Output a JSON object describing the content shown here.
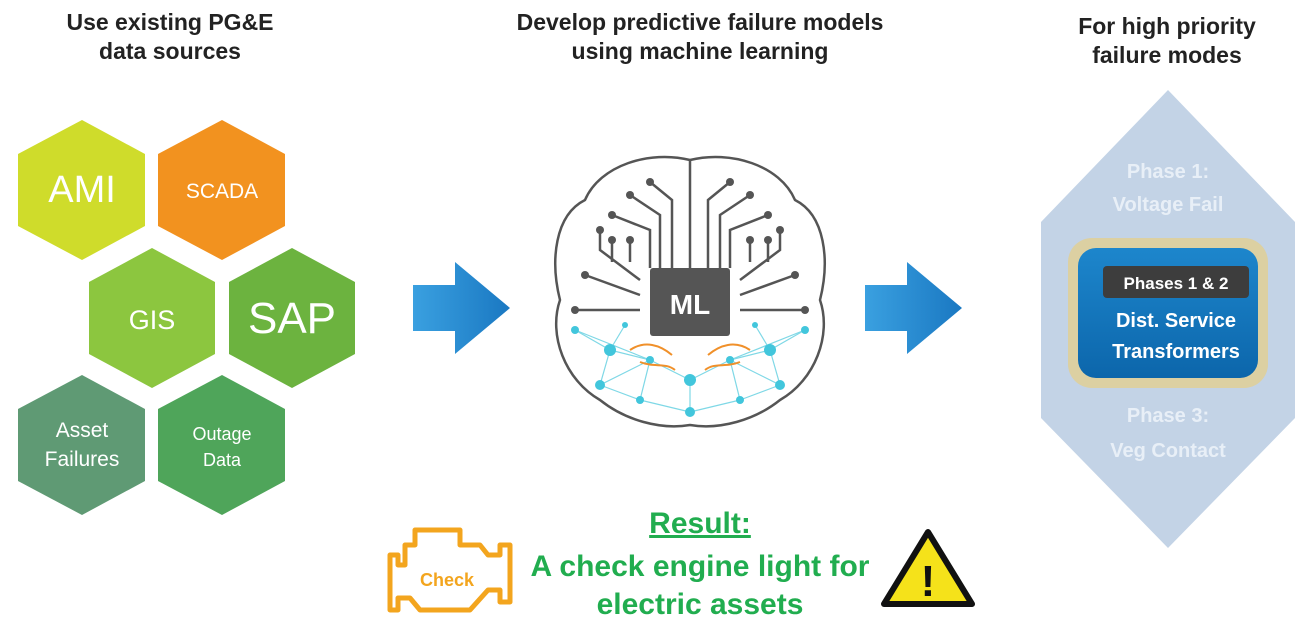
{
  "headings": {
    "data_sources": [
      "Use existing PG&E",
      "data sources"
    ],
    "ml": [
      "Develop predictive failure models",
      "using machine learning"
    ],
    "priority": [
      "For high priority",
      "failure modes"
    ]
  },
  "data_sources": {
    "ami": "AMI",
    "scada": "SCADA",
    "gis": "GIS",
    "sap": "SAP",
    "asset_failures": [
      "Asset",
      "Failures"
    ],
    "outage_data": [
      "Outage",
      "Data"
    ]
  },
  "ml_chip": "ML",
  "phases": {
    "phase1": [
      "Phase 1:",
      "Voltage Fail"
    ],
    "badge": "Phases 1 & 2",
    "focus": [
      "Dist. Service",
      "Transformers"
    ],
    "phase3": [
      "Phase 3:",
      "Veg Contact"
    ]
  },
  "result": {
    "title": "Result:",
    "body": [
      "A check engine light for",
      "electric assets"
    ],
    "engine_label": "Check",
    "warning_symbol": "!"
  },
  "icons": {
    "arrows": "arrow-right-icon",
    "brain": "circuit-brain-icon",
    "engine": "check-engine-icon",
    "warning": "warning-triangle-icon"
  },
  "colors": {
    "ami": "#cfdc2b",
    "scada": "#f2921f",
    "gis": "#8cc63f",
    "sap": "#6cb33f",
    "asset_failures": "#5f9a74",
    "outage_data": "#4fa55a",
    "arrow": "#1f86cf",
    "phase_bg": "#c3d3e6",
    "focus_box": "#0f74bd",
    "result_text": "#21ad4f",
    "engine": "#f3a51e",
    "warning": "#f5e21a"
  }
}
